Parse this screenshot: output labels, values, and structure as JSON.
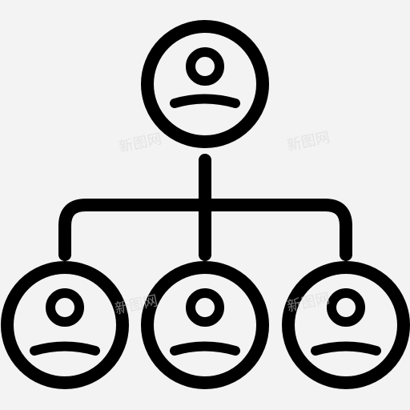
{
  "diagram": {
    "stroke_color": "#000000",
    "background": "#f3f3f3",
    "nodes": [
      {
        "id": "top",
        "icon": "user-icon"
      },
      {
        "id": "left",
        "icon": "user-icon"
      },
      {
        "id": "middle",
        "icon": "user-icon"
      },
      {
        "id": "right",
        "icon": "user-icon"
      }
    ],
    "watermark": {
      "text": "新图网",
      "color": "#d7d7d7"
    }
  }
}
